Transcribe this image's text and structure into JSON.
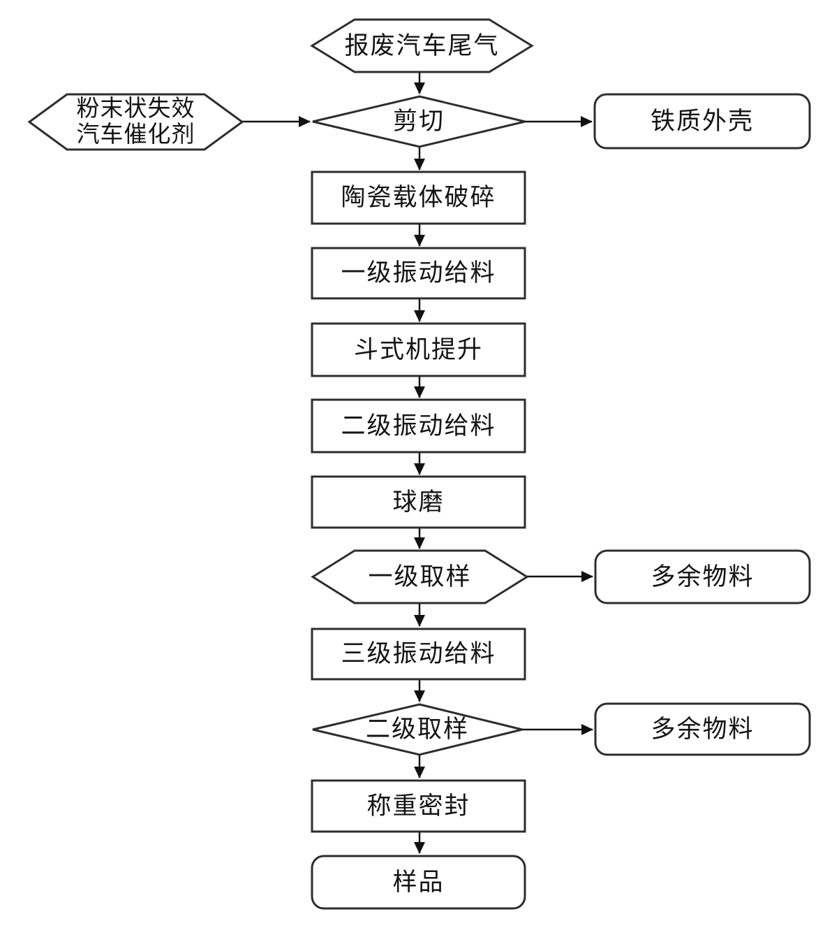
{
  "diagram": {
    "type": "flowchart",
    "background": "#ffffff",
    "colors": {
      "node_fill": "#ffffff",
      "node_stroke": "#2d2d2d",
      "arrow": "#111111",
      "text": "#141414"
    },
    "nodes": {
      "scrap_exhaust": {
        "label": "报废汽车尾气",
        "shape": "hexagon"
      },
      "powder_catalyst": {
        "label": "粉末状失效\n汽车催化剂",
        "shape": "hexagon"
      },
      "shear": {
        "label": "剪切",
        "shape": "diamond"
      },
      "iron_shell": {
        "label": "铁质外壳",
        "shape": "rounded-rect"
      },
      "ceramic_crush": {
        "label": "陶瓷载体破碎",
        "shape": "rect"
      },
      "feed1": {
        "label": "一级振动给料",
        "shape": "rect"
      },
      "bucket_lift": {
        "label": "斗式机提升",
        "shape": "rect"
      },
      "feed2": {
        "label": "二级振动给料",
        "shape": "rect"
      },
      "ball_mill": {
        "label": "球磨",
        "shape": "rect"
      },
      "sample1": {
        "label": "一级取样",
        "shape": "hexagon"
      },
      "excess1": {
        "label": "多余物料",
        "shape": "rounded-rect"
      },
      "feed3": {
        "label": "三级振动给料",
        "shape": "rect"
      },
      "sample2": {
        "label": "二级取样",
        "shape": "diamond"
      },
      "excess2": {
        "label": "多余物料",
        "shape": "rounded-rect"
      },
      "weigh_seal": {
        "label": "称重密封",
        "shape": "rect"
      },
      "sample_out": {
        "label": "样品",
        "shape": "rounded-rect"
      }
    },
    "edges": [
      {
        "from": "scrap_exhaust",
        "to": "shear"
      },
      {
        "from": "powder_catalyst",
        "to": "shear"
      },
      {
        "from": "shear",
        "to": "iron_shell"
      },
      {
        "from": "shear",
        "to": "ceramic_crush"
      },
      {
        "from": "ceramic_crush",
        "to": "feed1"
      },
      {
        "from": "feed1",
        "to": "bucket_lift"
      },
      {
        "from": "bucket_lift",
        "to": "feed2"
      },
      {
        "from": "feed2",
        "to": "ball_mill"
      },
      {
        "from": "ball_mill",
        "to": "sample1"
      },
      {
        "from": "sample1",
        "to": "excess1"
      },
      {
        "from": "sample1",
        "to": "feed3"
      },
      {
        "from": "feed3",
        "to": "sample2"
      },
      {
        "from": "sample2",
        "to": "excess2"
      },
      {
        "from": "sample2",
        "to": "weigh_seal"
      },
      {
        "from": "weigh_seal",
        "to": "sample_out"
      }
    ]
  }
}
